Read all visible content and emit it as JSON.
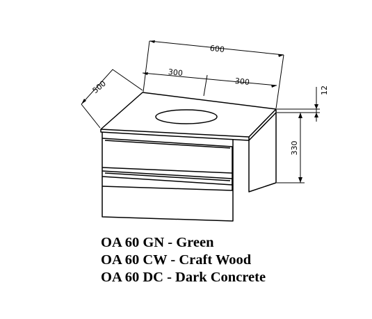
{
  "dimensions": {
    "width": "600",
    "half_left": "300",
    "half_right": "300",
    "depth": "500",
    "top_thickness": "12",
    "body_height": "330"
  },
  "variants": [
    "OA 60 GN - Green",
    "OA 60 CW - Craft Wood",
    "OA 60 DC - Dark Concrete"
  ]
}
